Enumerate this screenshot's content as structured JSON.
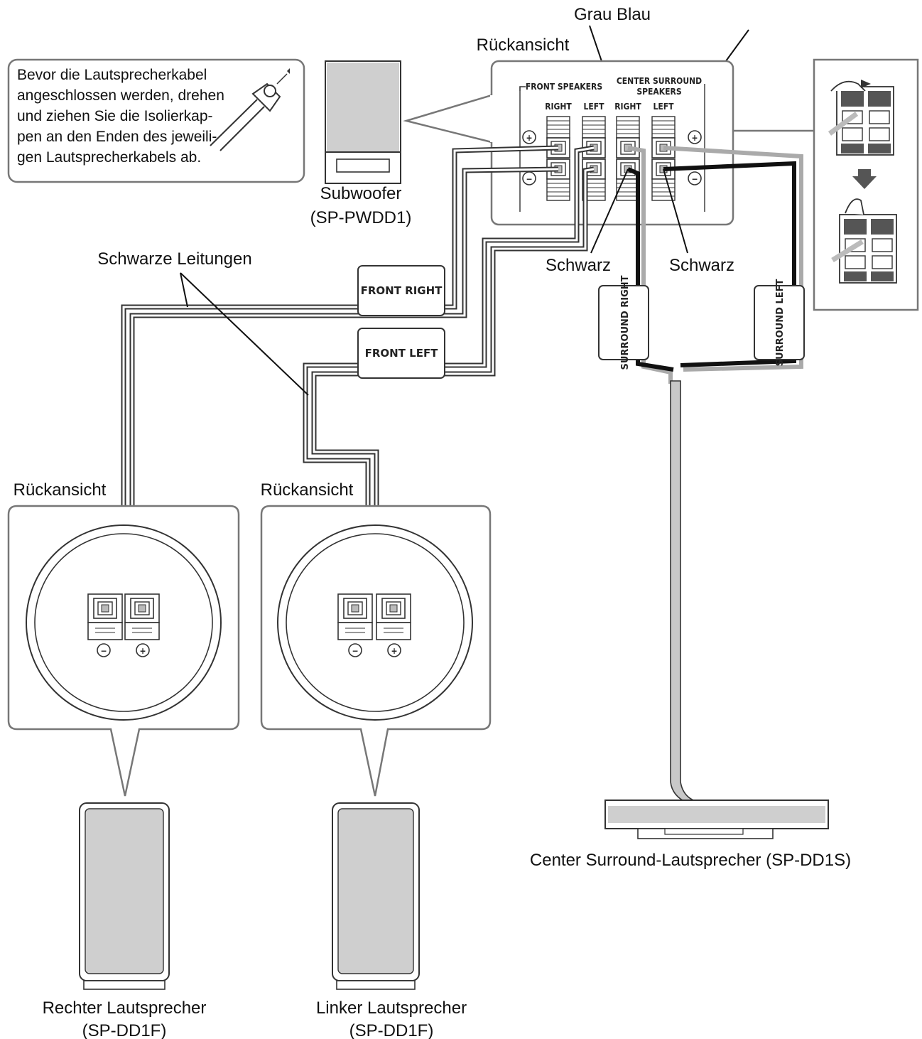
{
  "labels": {
    "top_color_label": "Grau Blau",
    "receiver_rear_view": "Rückansicht",
    "note_lines": [
      "Bevor die Lautsprecherkabel",
      "angeschlossen werden, drehen",
      "und ziehen Sie die Isolierkap-",
      "pen an den Enden des jeweili-",
      "gen Lautsprecherkabels ab."
    ],
    "subwoofer_name": "Subwoofer",
    "subwoofer_model": "(SP-PWDD1)",
    "black_wires": "Schwarze Leitungen",
    "schwarz_left": "Schwarz",
    "schwarz_right": "Schwarz",
    "right_rear_view": "Rückansicht",
    "left_rear_view": "Rückansicht",
    "right_speaker_name": "Rechter Lautsprecher",
    "right_speaker_model": "(SP-DD1F)",
    "left_speaker_name": "Linker Lautsprecher",
    "left_speaker_model": "(SP-DD1F)",
    "center_speaker": "Center Surround-Lautsprecher (SP-DD1S)"
  },
  "panel": {
    "front_speakers": "FRONT SPEAKERS",
    "center_surround_1": "CENTER SURROUND",
    "center_surround_2": "SPEAKERS",
    "right_1": "RIGHT",
    "left_1": "LEFT",
    "right_2": "RIGHT",
    "left_2": "LEFT",
    "plus": "+",
    "minus": "−"
  },
  "cable_tags": {
    "front_right": "FRONT RIGHT",
    "front_left": "FRONT LEFT",
    "surround_right": "SURROUND RIGHT",
    "surround_left": "SURROUND LEFT"
  },
  "terminal_signs": {
    "minus": "−",
    "plus": "+"
  }
}
